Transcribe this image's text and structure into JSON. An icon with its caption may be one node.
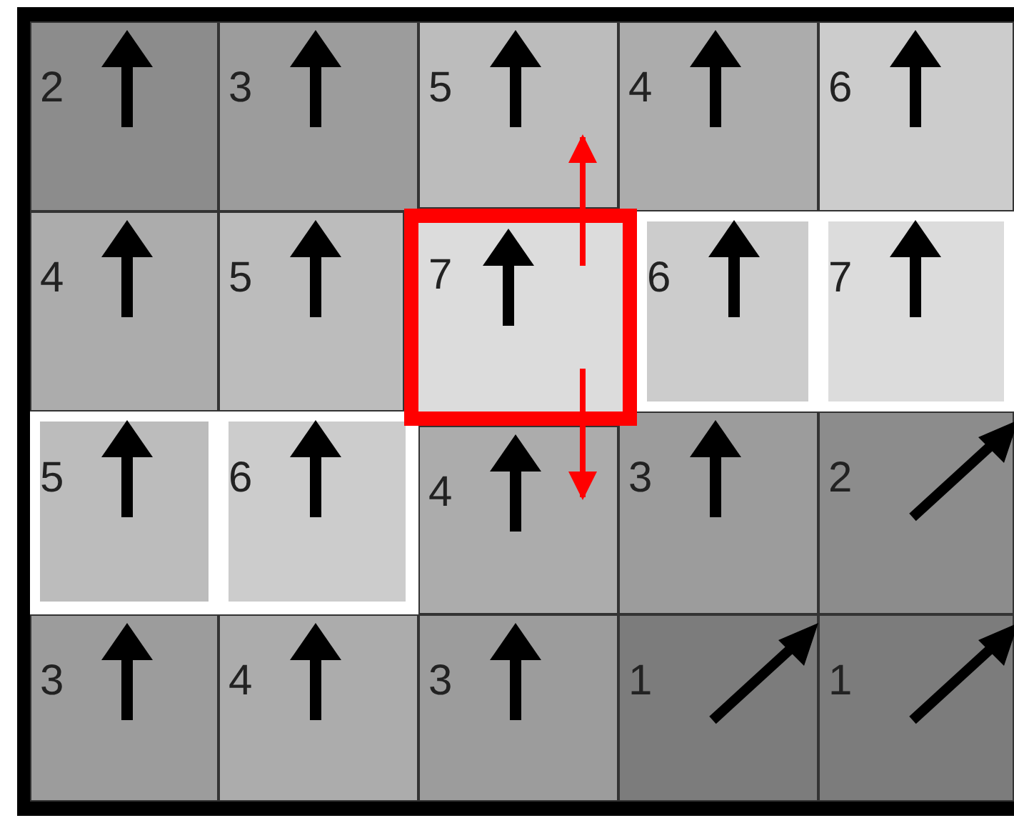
{
  "diagram": {
    "nodes": [
      {
        "text": [
          "2"
        ]
      },
      {
        "text": [
          "3"
        ]
      },
      {
        "text": [
          "5"
        ]
      },
      {
        "text": [
          "4"
        ]
      },
      {
        "text": [
          "6"
        ]
      },
      {
        "text": [
          "4"
        ]
      },
      {
        "text": [
          "5"
        ]
      },
      {
        "text": [
          "7"
        ]
      },
      {
        "text": [
          "6"
        ]
      },
      {
        "text": [
          "7"
        ]
      },
      {
        "text": [
          "5"
        ]
      },
      {
        "text": [
          "6"
        ]
      },
      {
        "text": [
          "4"
        ]
      },
      {
        "text": [
          "3"
        ]
      },
      {
        "text": [
          "2"
        ]
      },
      {
        "text": [
          "3"
        ]
      },
      {
        "text": [
          "4"
        ]
      },
      {
        "text": [
          "3"
        ]
      },
      {
        "text": [
          "1"
        ]
      },
      {
        "text": [
          "1"
        ]
      }
    ],
    "edges": [
      {
        "from": 7,
        "to": 2,
        "arrow": "to"
      },
      {
        "from": 7,
        "to": 12,
        "arrow": "to"
      }
    ]
  }
}
